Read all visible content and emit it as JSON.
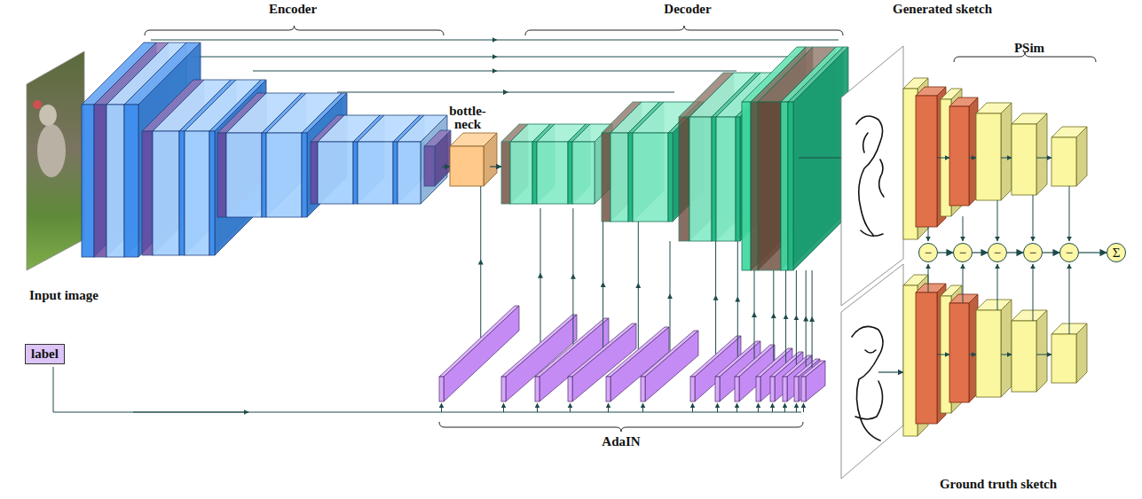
{
  "diagram": {
    "nodes": [
      {
        "text": [
          "label"
        ]
      },
      {
        "text": [
          "bottle-neck"
        ]
      },
      {
        "text": [
          "−"
        ]
      },
      {
        "text": [
          "−"
        ]
      },
      {
        "text": [
          "−"
        ]
      },
      {
        "text": [
          "−"
        ]
      },
      {
        "text": [
          "−"
        ]
      },
      {
        "text": [
          "Σ"
        ]
      }
    ],
    "edges": [
      {
        "from": 2,
        "to": 3,
        "arrow": "to"
      },
      {
        "from": 3,
        "to": 4,
        "arrow": "to"
      },
      {
        "from": 4,
        "to": 5,
        "arrow": "to"
      },
      {
        "from": 5,
        "to": 6,
        "arrow": "to"
      },
      {
        "from": 6,
        "to": 7,
        "arrow": "to"
      }
    ],
    "labels": [
      "Encoder",
      "Decoder",
      "Generated sketch",
      "PSim",
      "Input image",
      "AdaIN",
      "Ground truth sketch"
    ]
  }
}
